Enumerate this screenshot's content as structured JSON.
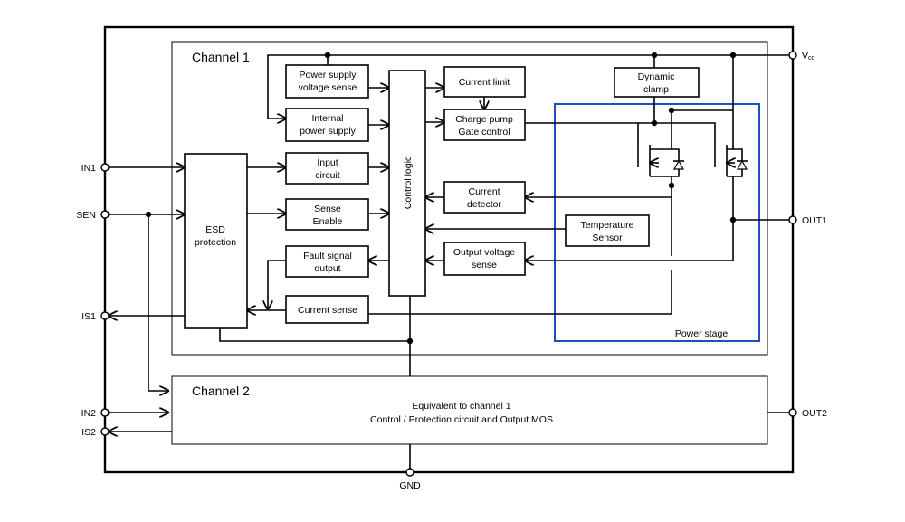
{
  "channel1": {
    "title": "Channel 1",
    "blocks": {
      "psvs": [
        "Power supply",
        "voltage sense"
      ],
      "ips": [
        "Internal",
        "power supply"
      ],
      "ic": [
        "Input",
        "circuit"
      ],
      "se": [
        "Sense",
        "Enable"
      ],
      "fault": [
        "Fault signal",
        "output"
      ],
      "cs": [
        "Current sense"
      ],
      "esd": [
        "ESD",
        "protection"
      ],
      "control": "Control logic",
      "climit": [
        "Current limit"
      ],
      "cp": [
        "Charge pump",
        "Gate control"
      ],
      "cd": [
        "Current",
        "detector"
      ],
      "ts": [
        "Temperature",
        "Sensor"
      ],
      "ovs": [
        "Output voltage",
        "sense"
      ],
      "dc": [
        "Dynamic",
        "clamp"
      ]
    },
    "power_stage_label": "Power stage"
  },
  "channel2": {
    "title": "Channel 2",
    "lines": [
      "Equivalent to channel 1",
      "Control / Protection circuit and Output MOS"
    ]
  },
  "pins": {
    "in1": "IN1",
    "sen": "SEN",
    "is1": "IS1",
    "in2": "IN2",
    "is2": "IS2",
    "vcc_main": "V",
    "vcc_sub": "cc",
    "out1": "OUT1",
    "out2": "OUT2",
    "gnd": "GND"
  },
  "colors": {
    "power_stage_border": "#1f4fbf",
    "power_stage_text": "#1f4fbf"
  }
}
